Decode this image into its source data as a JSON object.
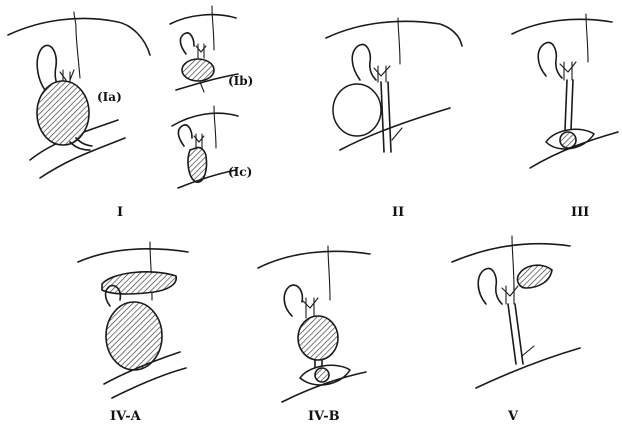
{
  "labels": {
    "type_1": "I",
    "type_1a": "(Ia)",
    "type_1b": "(Ib)",
    "type_1c": "(Ic)",
    "type_2": "II",
    "type_3": "III",
    "type_4a": "IV-A",
    "type_4b": "IV-B",
    "type_5": "V"
  }
}
